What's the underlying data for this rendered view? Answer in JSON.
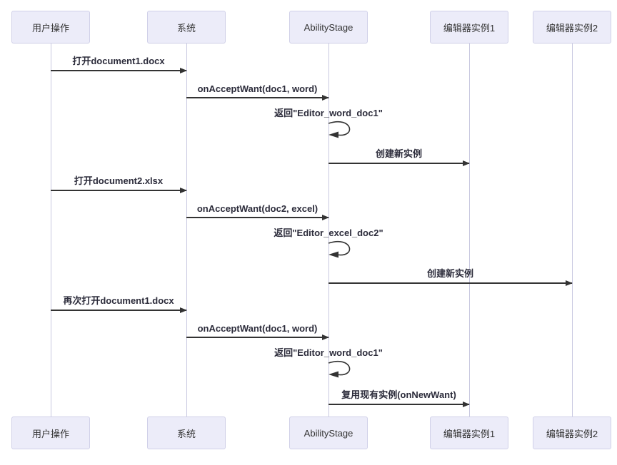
{
  "diagram": {
    "type": "sequence-diagram",
    "background_color": "#ffffff",
    "actor_fill": "#ececf9",
    "actor_border": "#d0d0e8",
    "lifeline_color": "#c8c8e0",
    "arrow_color": "#333333",
    "text_color": "#2b2b3a",
    "actors": [
      {
        "id": "user-ops",
        "label": "用户操作"
      },
      {
        "id": "system",
        "label": "系统"
      },
      {
        "id": "ability-stage",
        "label": "AbilityStage"
      },
      {
        "id": "editor-1",
        "label": "编辑器实例1"
      },
      {
        "id": "editor-2",
        "label": "编辑器实例2"
      }
    ],
    "messages": [
      {
        "from": "用户操作",
        "to": "系统",
        "type": "solid",
        "text": "打开document1.docx"
      },
      {
        "from": "系统",
        "to": "AbilityStage",
        "type": "solid",
        "text": "onAcceptWant(doc1, word)"
      },
      {
        "from": "AbilityStage",
        "to": "AbilityStage",
        "type": "self",
        "text": "返回\"Editor_word_doc1\""
      },
      {
        "from": "AbilityStage",
        "to": "编辑器实例1",
        "type": "solid",
        "text": "创建新实例"
      },
      {
        "from": "用户操作",
        "to": "系统",
        "type": "solid",
        "text": "打开document2.xlsx"
      },
      {
        "from": "系统",
        "to": "AbilityStage",
        "type": "solid",
        "text": "onAcceptWant(doc2, excel)"
      },
      {
        "from": "AbilityStage",
        "to": "AbilityStage",
        "type": "self",
        "text": "返回\"Editor_excel_doc2\""
      },
      {
        "from": "AbilityStage",
        "to": "编辑器实例2",
        "type": "solid",
        "text": "创建新实例"
      },
      {
        "from": "用户操作",
        "to": "系统",
        "type": "solid",
        "text": "再次打开document1.docx"
      },
      {
        "from": "系统",
        "to": "AbilityStage",
        "type": "solid",
        "text": "onAcceptWant(doc1, word)"
      },
      {
        "from": "AbilityStage",
        "to": "AbilityStage",
        "type": "self",
        "text": "返回\"Editor_word_doc1\""
      },
      {
        "from": "AbilityStage",
        "to": "编辑器实例1",
        "type": "solid",
        "text": "复用现有实例(onNewWant)"
      }
    ]
  }
}
